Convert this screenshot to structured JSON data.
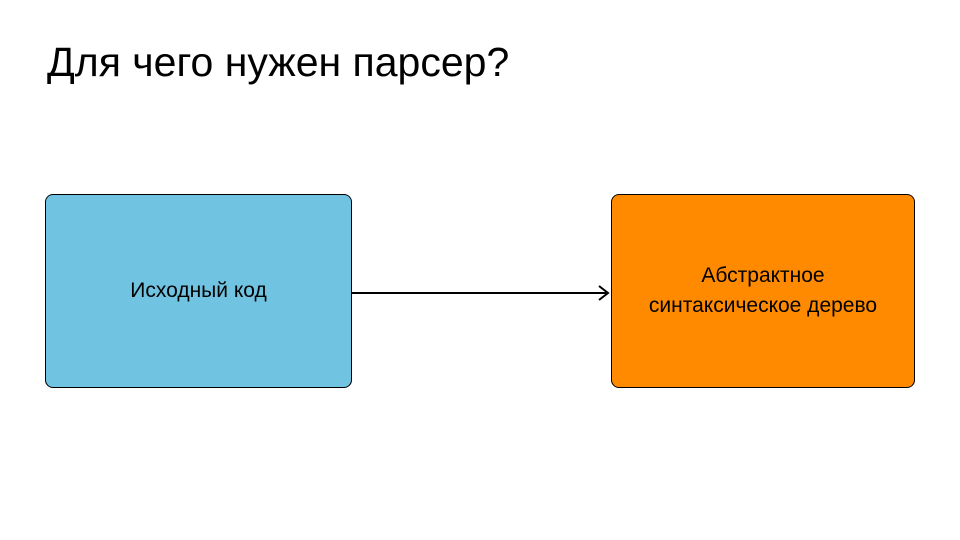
{
  "slide": {
    "title": "Для чего нужен парсер?"
  },
  "diagram": {
    "nodes": [
      {
        "id": "source",
        "label": "Исходный код",
        "color": "#70C4E2"
      },
      {
        "id": "ast",
        "label_line1": "Абстрактное",
        "label_line2": "синтаксическое дерево",
        "color": "#FF8A00"
      }
    ],
    "edges": [
      {
        "from": "source",
        "to": "ast",
        "color": "#000000"
      }
    ]
  }
}
